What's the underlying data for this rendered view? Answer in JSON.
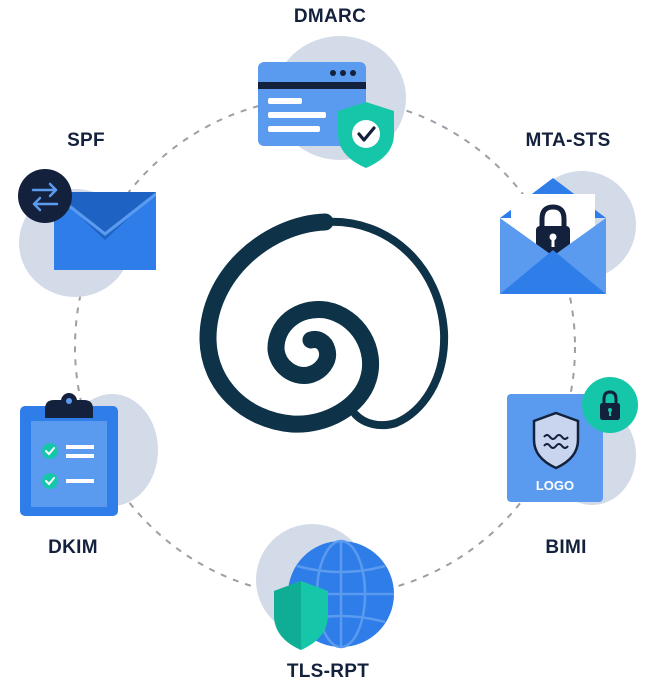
{
  "diagram": {
    "nodes": [
      {
        "id": "dmarc",
        "label": "DMARC"
      },
      {
        "id": "mta_sts",
        "label": "MTA-STS"
      },
      {
        "id": "bimi",
        "label": "BIMI",
        "badge_text": "LOGO"
      },
      {
        "id": "tls_rpt",
        "label": "TLS-RPT"
      },
      {
        "id": "dkim",
        "label": "DKIM"
      },
      {
        "id": "spf",
        "label": "SPF"
      }
    ],
    "ring": {
      "style": "dashed"
    },
    "colors": {
      "navy": "#14213d",
      "spiral": "#0e3247",
      "blue": "#2e7de9",
      "light_blue": "#5b9bef",
      "teal": "#16c6a9",
      "blob": "#d3dae8",
      "ring": "#9aa0a6"
    },
    "icons": {
      "center": "spiral-logo-icon",
      "dmarc": "browser-shield-check-icon",
      "mta_sts": "envelope-padlock-icon",
      "bimi": "logo-card-padlock-icon",
      "tls_rpt": "globe-shield-icon",
      "dkim": "clipboard-checklist-icon",
      "spf": "envelope-swap-arrows-icon"
    }
  }
}
